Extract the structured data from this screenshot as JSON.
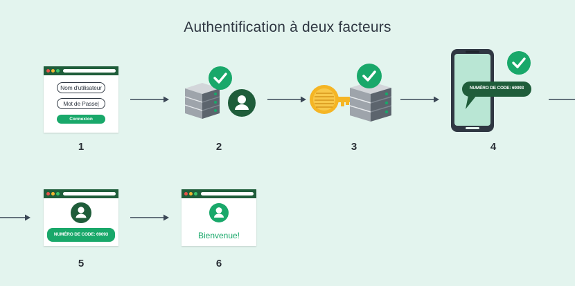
{
  "title": "Authentification à deux facteurs",
  "steps": [
    {
      "number": "1",
      "username_placeholder": "Nom d'utilisateur",
      "password_placeholder": "Mot de Passe|",
      "button": "Connexion"
    },
    {
      "number": "2"
    },
    {
      "number": "3"
    },
    {
      "number": "4",
      "code_text": "NUMÉRO DE CODE: 69093"
    },
    {
      "number": "5",
      "code_text": "NUMÉRO DE CODE: 69093"
    },
    {
      "number": "6",
      "welcome_text": "Bienvenue!"
    }
  ],
  "colors": {
    "background": "#e3f4ee",
    "dark_green": "#1f5d3a",
    "accent_green": "#19a86a",
    "arrow": "#3b4756"
  }
}
